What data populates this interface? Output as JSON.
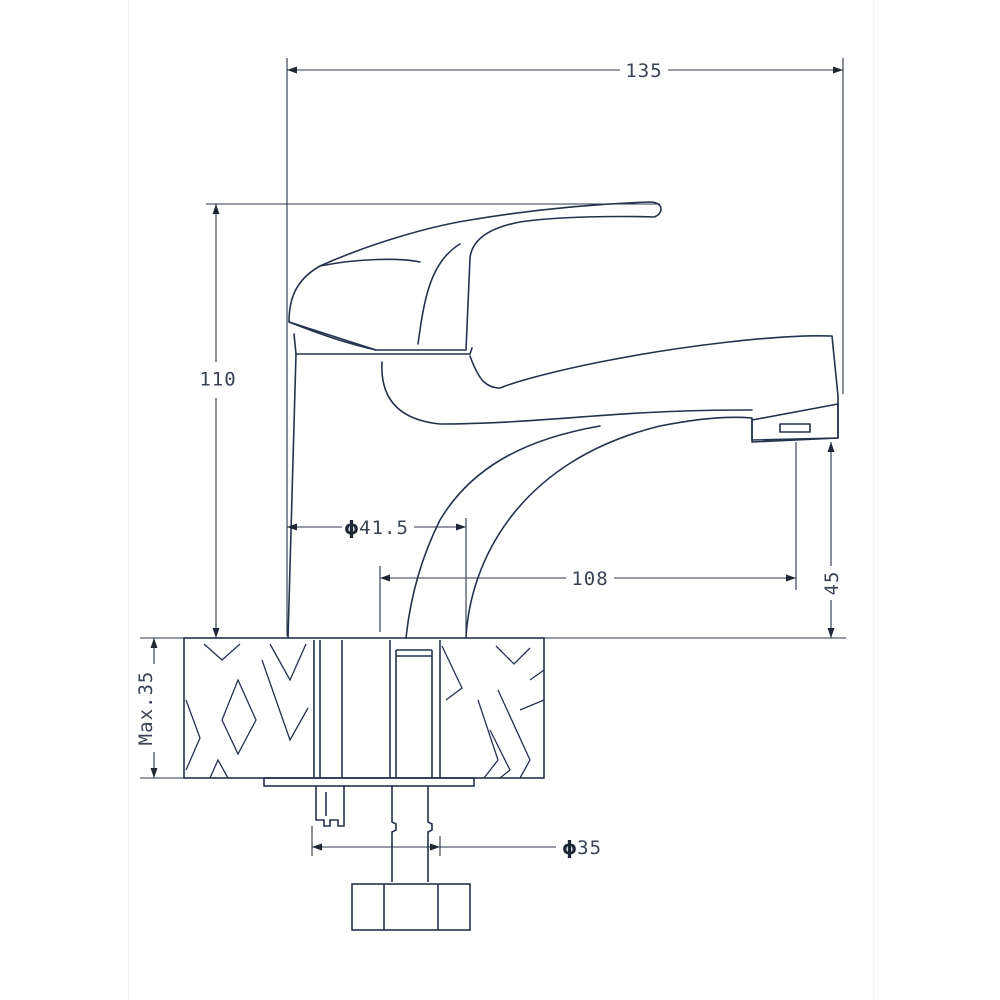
{
  "drawing": {
    "line_color": "#24324f",
    "dim_color": "#3a4356",
    "dimensions": {
      "overall_width": "135",
      "height": "110",
      "body_diameter_symbol": "ϕ",
      "body_diameter": "41.5",
      "spout_reach": "108",
      "spout_height": "45",
      "deck_thickness": "Max.35",
      "base_diameter_symbol": "ϕ",
      "base_diameter": "35"
    }
  }
}
